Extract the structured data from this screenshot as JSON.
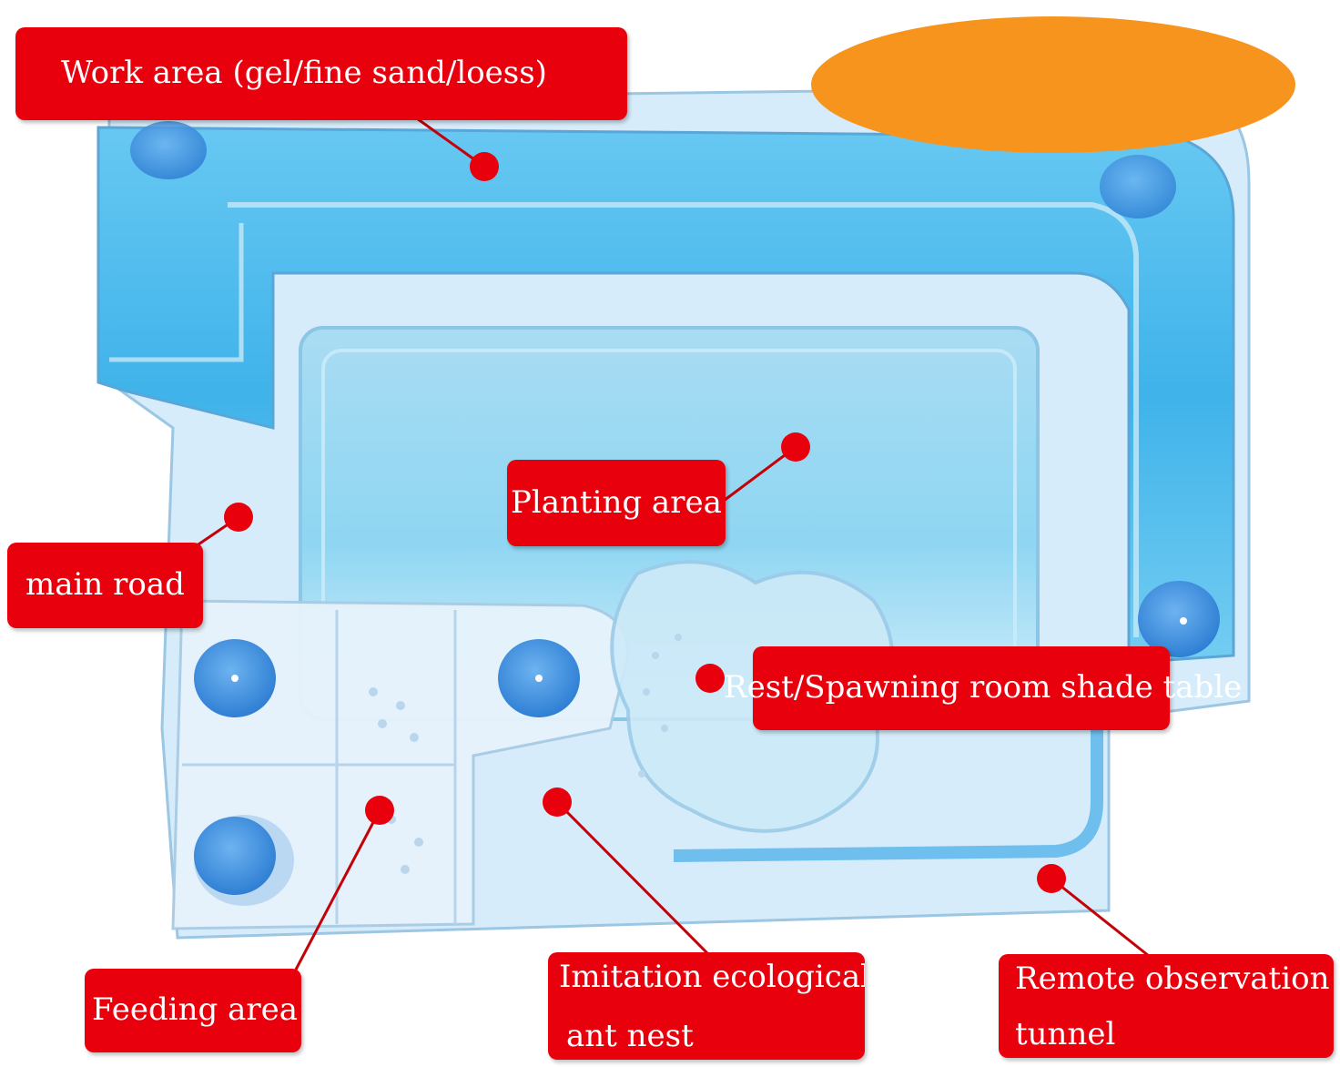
{
  "labels": {
    "work_area": "Work area (gel/fine sand/loess)",
    "planting_area": "Planting area",
    "main_road": "main road",
    "rest_spawning": "Rest/Spawning room shade table",
    "feeding_area": "Feeding area",
    "nest_line1": "Imitation ecological",
    "nest_line2": "ant nest",
    "tunnel_line1": "Remote observation",
    "tunnel_line2": "tunnel"
  },
  "colors": {
    "label_bg": "#e8000d",
    "label_text": "#ffffff",
    "water_blue": "#3fb3ea",
    "clear_plastic": "#dcefff",
    "cap_blue": "#3d8fe0",
    "orange_blob": "#f7941d"
  }
}
